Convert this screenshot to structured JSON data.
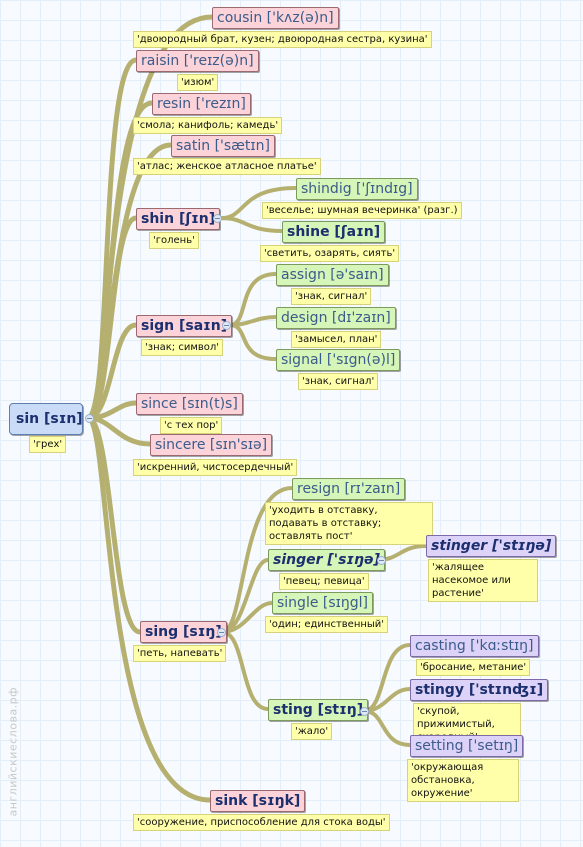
{
  "root": {
    "word": "sin [sɪn]",
    "translation": "'грех'"
  },
  "words": {
    "cousin": {
      "word": "cousin ['kʌz(ə)n]",
      "translation": "'двоюродный брат, кузен; двоюродная сестра, кузина'"
    },
    "raisin": {
      "word": "raisin ['reɪz(ə)n]",
      "translation": "'изюм'"
    },
    "resin": {
      "word": "resin ['rezɪn]",
      "translation": "'смола; канифоль; камедь'"
    },
    "satin": {
      "word": "satin ['sætɪn]",
      "translation": "'атлас; женское атласное платье'"
    },
    "shin": {
      "word": "shin [ʃɪn]",
      "translation": "'голень'"
    },
    "shindig": {
      "word": "shindig ['ʃɪndɪg]",
      "translation": "'веселье; шумная вечеринка' (разг.)"
    },
    "shine": {
      "word": "shine [ʃaɪn]",
      "translation": "'светить, озарять, сиять'"
    },
    "sign": {
      "word": "sign [saɪn]",
      "translation": "'знак; символ'"
    },
    "assign": {
      "word": "assign [ə'saɪn]",
      "translation": "'знак, сигнал'"
    },
    "design": {
      "word": "design [dɪ'zaɪn]",
      "translation": "'замысел, план'"
    },
    "signal": {
      "word": "signal ['sɪgn(ə)l]",
      "translation": "'знак, сигнал'"
    },
    "since": {
      "word": "since [sɪn(t)s]",
      "translation": "'с тех пор'"
    },
    "sincere": {
      "word": "sincere [sɪn'sɪə]",
      "translation": "'искренний, чистосердечный'"
    },
    "resign": {
      "word": "resign [rɪ'zaɪn]",
      "translation": "'уходить в отставку, подавать в отставку; оставлять пост'"
    },
    "singer": {
      "word": "singer ['sɪŋə]",
      "translation": "'певец; певица'"
    },
    "stinger": {
      "word": "stinger ['stɪŋə]",
      "translation": "'жалящее насекомое или растение'"
    },
    "single": {
      "word": "single [sɪŋgl]",
      "translation": "'один; единственный'"
    },
    "sing": {
      "word": "sing [sɪŋ]",
      "translation": "'петь, напевать'"
    },
    "casting": {
      "word": "casting ['kɑːstɪŋ]",
      "translation": "'бросание, метание'"
    },
    "sting": {
      "word": "sting [stɪŋ]",
      "translation": "'жало'"
    },
    "stingy": {
      "word": "stingy ['stɪnʤɪ]",
      "translation": "'скупой, прижимистый, скаредный'"
    },
    "setting": {
      "word": "setting ['setɪŋ]",
      "translation": "'окружающая обстановка, окружение'"
    },
    "sink": {
      "word": "sink [sɪŋk]",
      "translation": "'сооружение, приспособление для стока воды'"
    }
  },
  "watermark": "английскиеслова.рф",
  "colors": {
    "link": "#b5b070",
    "root": "#c9dbf6",
    "pink": "#fbd3d9",
    "green": "#d6f5b8",
    "purple": "#ddd2f7",
    "note": "#ffffaa"
  }
}
